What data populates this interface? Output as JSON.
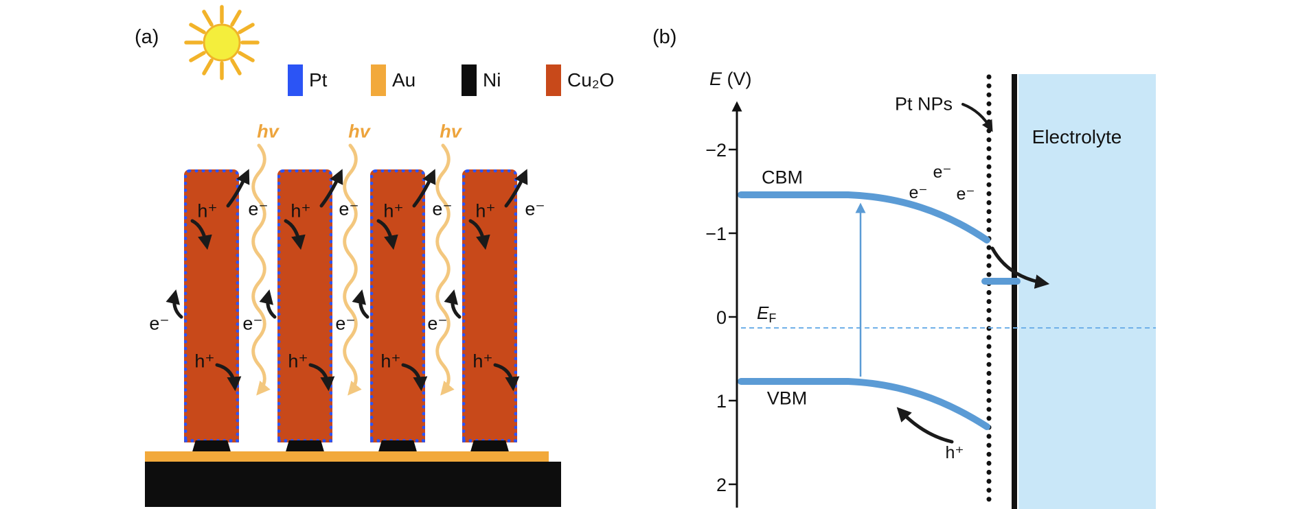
{
  "panel_a": {
    "label": "(a)",
    "legend": [
      {
        "label": "Pt",
        "color": "#2b54f5"
      },
      {
        "label": "Au",
        "color": "#f2a93b"
      },
      {
        "label": "Ni",
        "color": "#0d0d0d"
      },
      {
        "label": "Cu₂O",
        "color": "#c8491a"
      }
    ],
    "photon_label": "hv",
    "electron_label": "e⁻",
    "hole_label": "h⁺",
    "colors": {
      "rod": "#c8491a",
      "pt_dots": "#2b54f5",
      "au_layer": "#f2a93b",
      "ni_substrate": "#0d0d0d",
      "sun": "#f4ee3c",
      "photon_wave": "#f3c77e"
    }
  },
  "panel_b": {
    "label": "(b)",
    "axis_symbol": "E",
    "axis_unit": "(V)",
    "ticks": [
      "−2",
      "−1",
      "0",
      "1",
      "2"
    ],
    "cbm_label": "CBM",
    "vbm_label": "VBM",
    "fermi_symbol": "E",
    "fermi_sub": "F",
    "pt_nps_label": "Pt NPs",
    "electrolyte_label": "Electrolyte",
    "electron_label": "e⁻",
    "hole_label": "h⁺",
    "colors": {
      "band": "#5b9bd5",
      "electrolyte": "#c9e7f8",
      "fermi_line": "#6fb0e8"
    }
  }
}
